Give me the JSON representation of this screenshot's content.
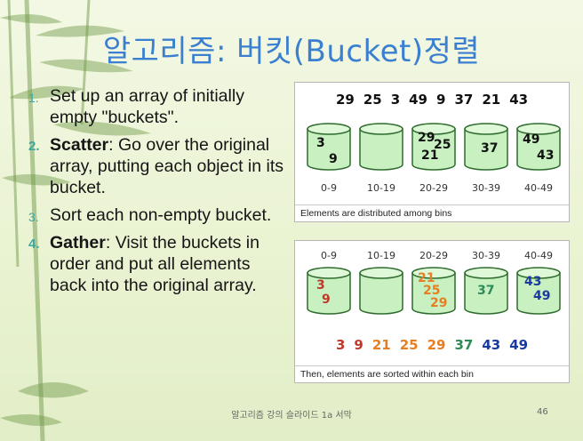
{
  "slide": {
    "title": "알고리즘: 버킷(Bucket)정렬",
    "steps": [
      {
        "num": "1.",
        "keyword": "",
        "text": "Set up an array of initially empty \"buckets\"."
      },
      {
        "num": "2.",
        "keyword": "Scatter",
        "text": ": Go over the original array, putting each object in its bucket."
      },
      {
        "num": "3.",
        "keyword": "",
        "text": "Sort each non-empty bucket."
      },
      {
        "num": "4.",
        "keyword": "Gather",
        "text": ": Visit the buckets in order and put all elements back into the original array."
      }
    ],
    "footer": "알고리즘 강의 슬라이드 1a 서막",
    "page_number": "46"
  },
  "figure_top": {
    "input": [
      "29",
      "25",
      "3",
      "49",
      "9",
      "37",
      "21",
      "43"
    ],
    "ranges": [
      "0-9",
      "10-19",
      "20-29",
      "30-39",
      "40-49"
    ],
    "buckets": [
      [
        "3",
        "9"
      ],
      [],
      [
        "29",
        "25",
        "21"
      ],
      [
        "37"
      ],
      [
        "49",
        "43"
      ]
    ],
    "caption": "Elements are distributed among bins"
  },
  "figure_bottom": {
    "ranges": [
      "0-9",
      "10-19",
      "20-29",
      "30-39",
      "40-49"
    ],
    "buckets": [
      [
        "3",
        "9"
      ],
      [],
      [
        "21",
        "25",
        "29"
      ],
      [
        "37"
      ],
      [
        "43",
        "49"
      ]
    ],
    "output": [
      "3",
      "9",
      "21",
      "25",
      "29",
      "37",
      "43",
      "49"
    ],
    "caption": "Then, elements are sorted within each bin"
  },
  "colors": {
    "title": "#3b7fd0",
    "bucket_fill": "#c8f0c0",
    "bucket_stroke": "#2e6b2e",
    "bin_0": "#c0392b",
    "bin_2": "#e67e22",
    "bin_3": "#2e8b57",
    "bin_4": "#1a3aa0"
  }
}
